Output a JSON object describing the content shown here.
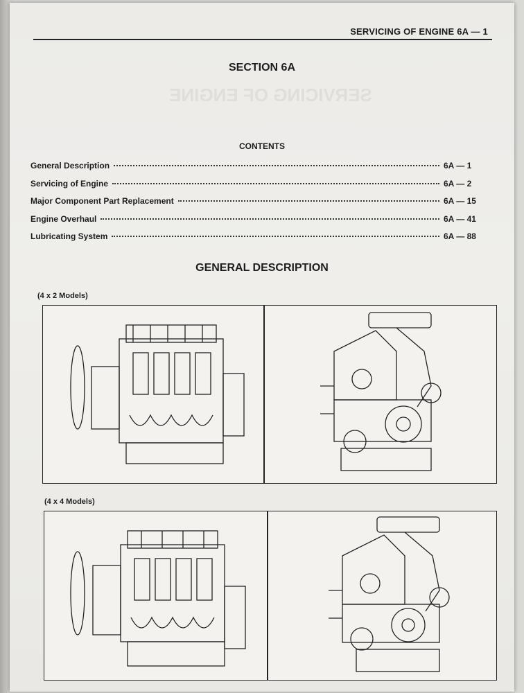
{
  "header": {
    "running_title": "SERVICING OF ENGINE 6A — 1"
  },
  "section": {
    "title": "SECTION 6A"
  },
  "contents": {
    "title": "CONTENTS",
    "entries": [
      {
        "label": "General Description",
        "page": "6A — 1"
      },
      {
        "label": "Servicing of Engine",
        "page": "6A — 2"
      },
      {
        "label": "Major Component Part Replacement",
        "page": "6A — 15"
      },
      {
        "label": "Engine Overhaul",
        "page": "6A — 41"
      },
      {
        "label": "Lubricating System",
        "page": "6A — 88"
      }
    ]
  },
  "general": {
    "title": "GENERAL DESCRIPTION",
    "models": [
      {
        "label": "(4 x 2 Models)",
        "side_icon": "engine-side-view-icon",
        "front_icon": "engine-front-view-icon"
      },
      {
        "label": "(4 x 4 Models)",
        "side_icon": "engine-side-view-icon",
        "front_icon": "engine-front-view-icon"
      }
    ]
  },
  "colors": {
    "paper": "#efeeeb",
    "ink": "#1d1d1d",
    "background": "#d9d9d6"
  }
}
